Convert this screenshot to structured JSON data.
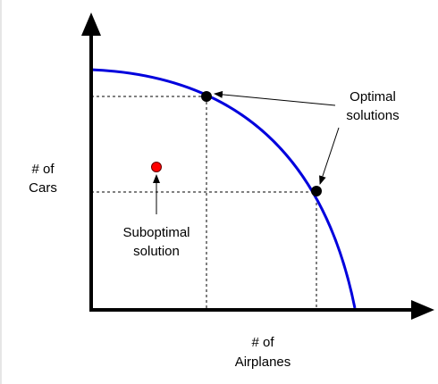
{
  "labels": {
    "y_axis_line1": "# of",
    "y_axis_line2": "Cars",
    "x_axis_line1": "# of",
    "x_axis_line2": "Airplanes",
    "optimal_line1": "Optimal",
    "optimal_line2": "solutions",
    "suboptimal_line1": "Suboptimal",
    "suboptimal_line2": "solution"
  },
  "colors": {
    "frontier": "#0000dd",
    "axis": "#000000",
    "optimal_point": "#000000",
    "suboptimal_point": "#ff0000",
    "guide_line": "#000000",
    "border": "#cccccc"
  }
}
